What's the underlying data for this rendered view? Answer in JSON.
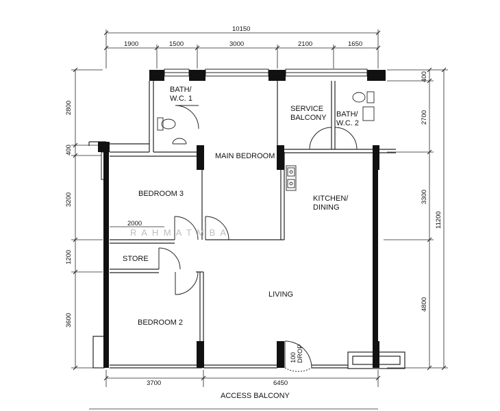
{
  "rooms": {
    "bath1_a": "BATH/",
    "bath1_b": "W.C. 1",
    "main_bedroom": "MAIN BEDROOM",
    "service_a": "SERVICE",
    "service_b": "BALCONY",
    "bath2_a": "BATH/",
    "bath2_b": "W.C. 2",
    "bedroom3": "BEDROOM 3",
    "kitchen_a": "KITCHEN/",
    "kitchen_b": "DINING",
    "store": "STORE",
    "living": "LIVING",
    "bedroom2": "BEDROOM 2",
    "access_balcony": "ACCESS BALCONY",
    "drop_a": "100",
    "drop_b": "DROP"
  },
  "dimensions": {
    "total_width": "10150",
    "top_segments": [
      "1900",
      "1500",
      "3000",
      "2100",
      "1650"
    ],
    "left_segments": [
      "2800",
      "400",
      "3200",
      "1200",
      "3600"
    ],
    "right_segments": [
      "400",
      "2700",
      "3300",
      "4800"
    ],
    "total_height": "11200",
    "store_width": "2000",
    "bottom_left": "3700",
    "bottom_right": "6450"
  },
  "watermark": "R A H M A T   M B A"
}
